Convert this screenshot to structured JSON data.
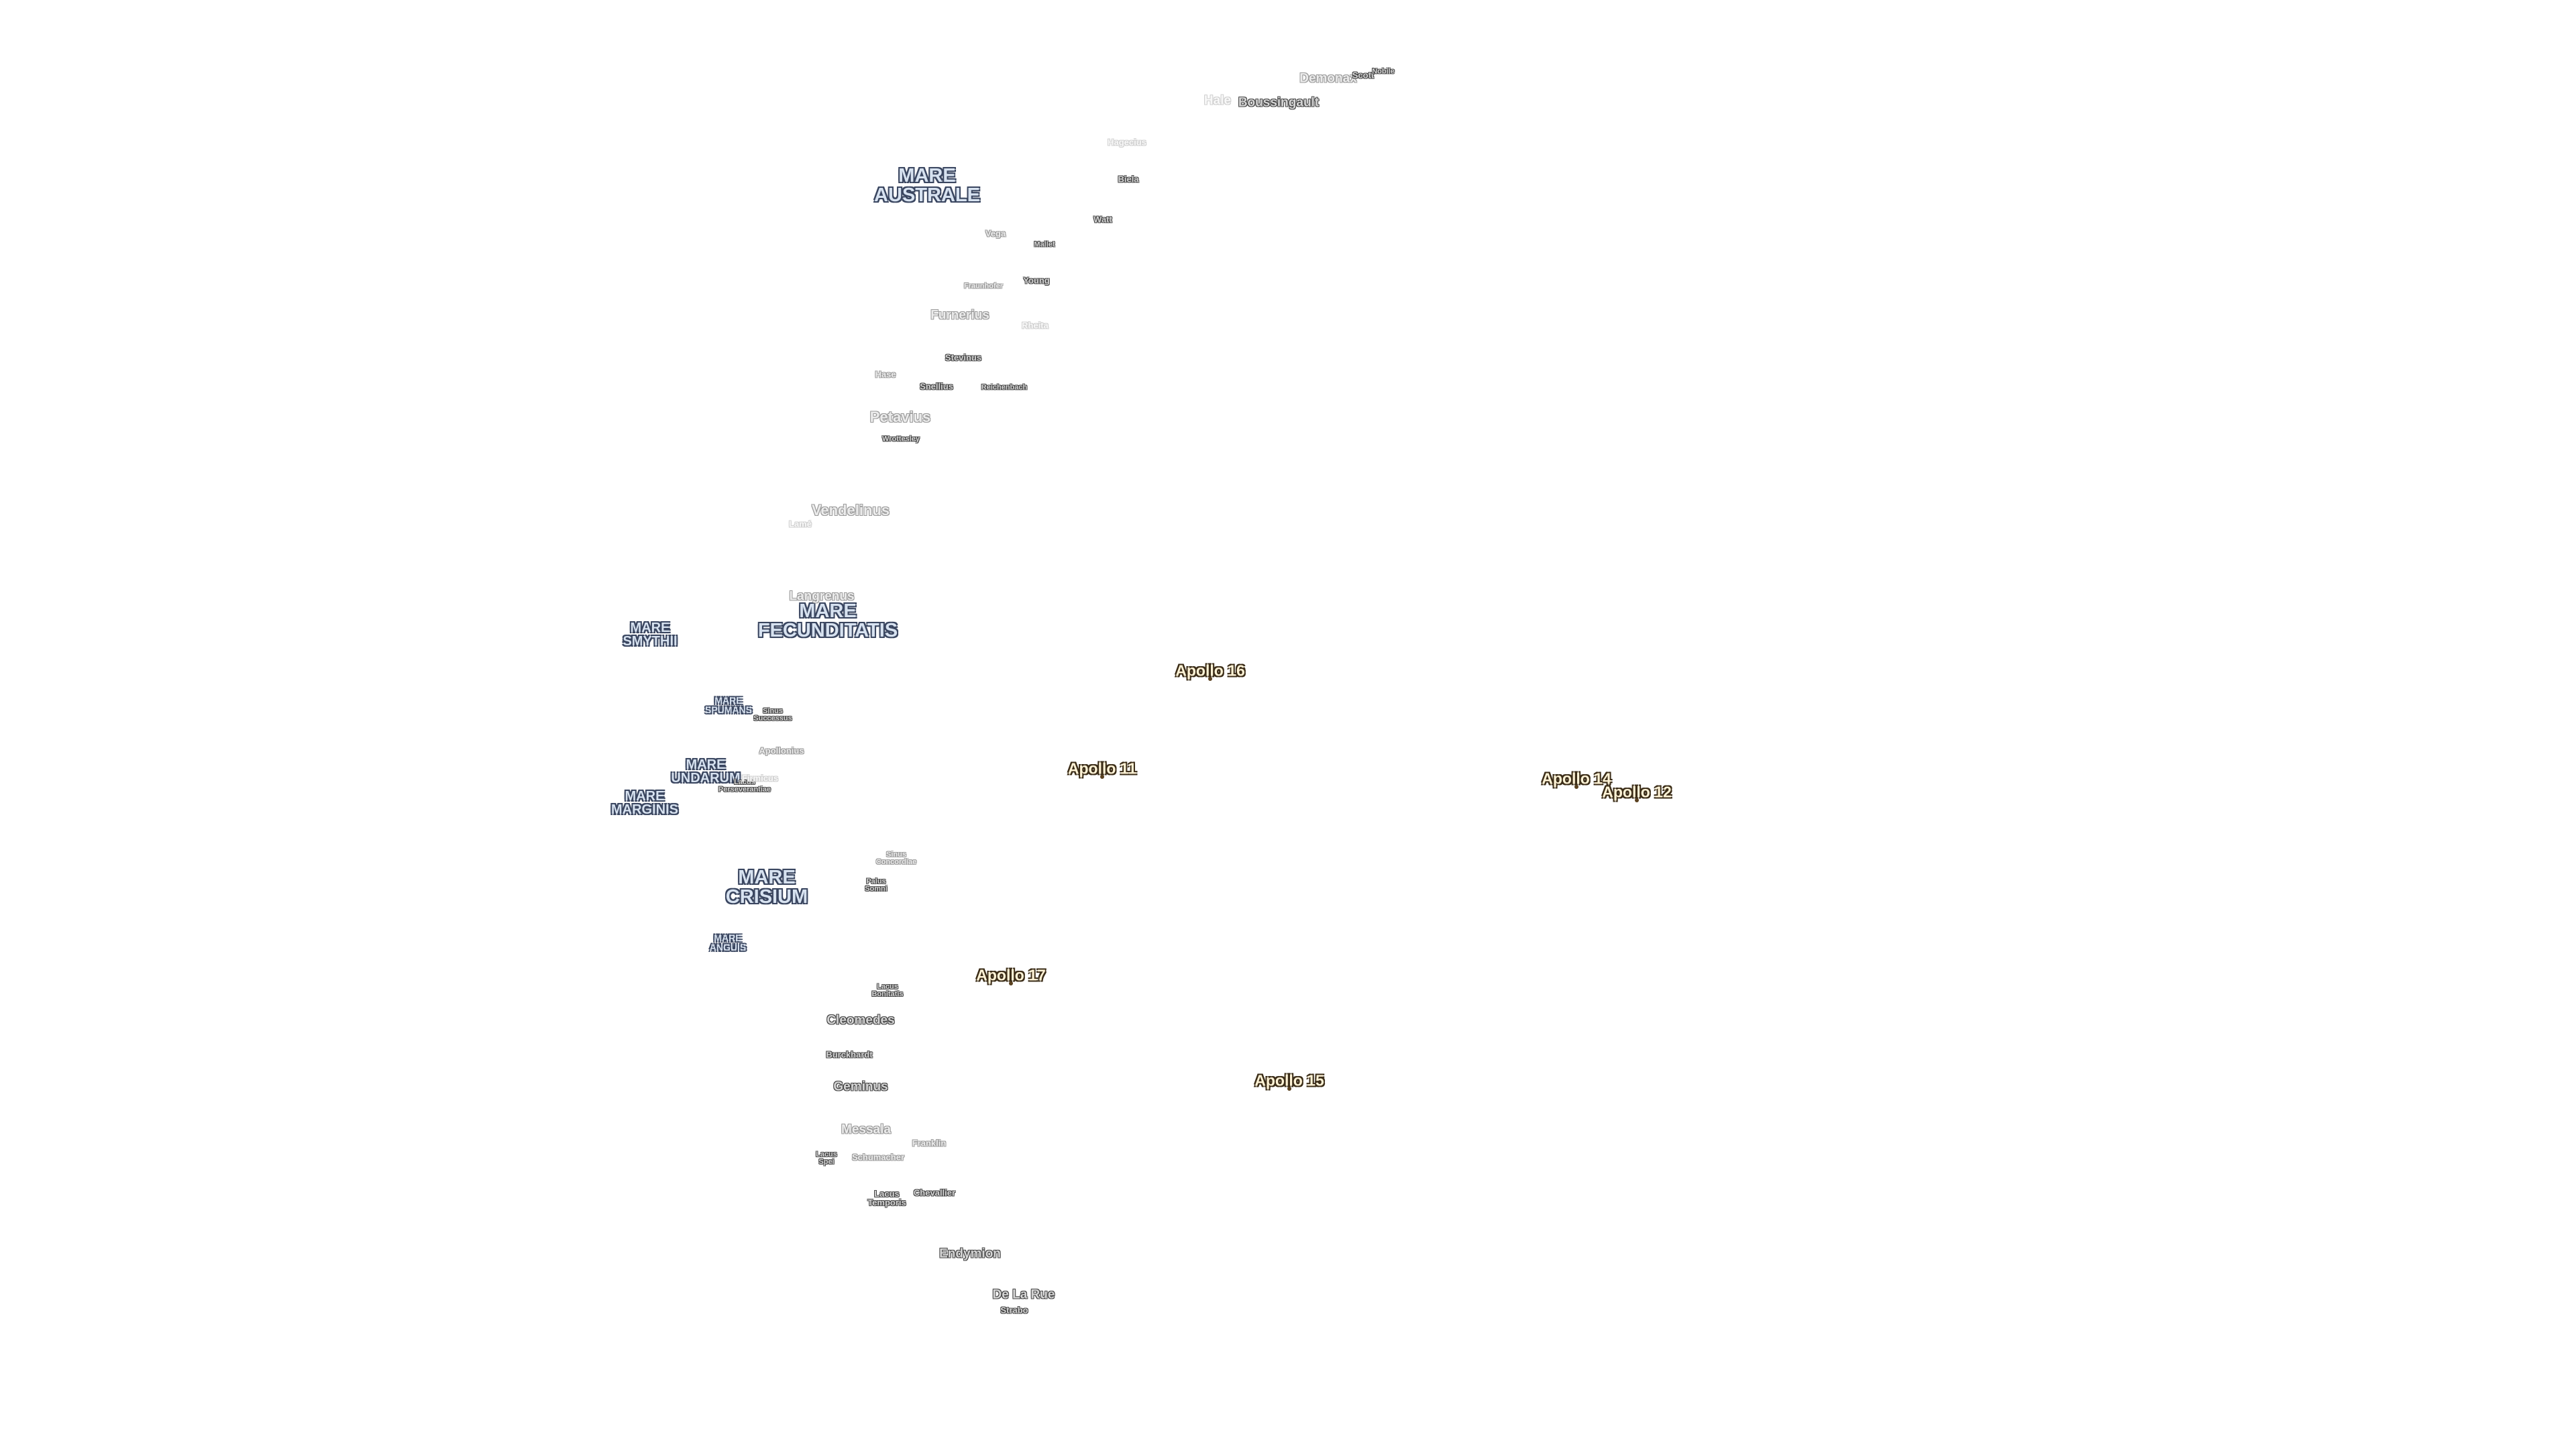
{
  "maria": [
    {
      "id": "mare-australe",
      "l1": "MARE",
      "l2": "AUSTRALE"
    },
    {
      "id": "mare-fecunditatis",
      "l1": "MARE",
      "l2": "FECUNDITATIS"
    },
    {
      "id": "mare-smythii",
      "l1": "MARE",
      "l2": "SMYTHII"
    },
    {
      "id": "mare-spumans",
      "l1": "MARE",
      "l2": "SPUMANS"
    },
    {
      "id": "mare-undarum",
      "l1": "MARE",
      "l2": "UNDARUM"
    },
    {
      "id": "mare-marginis",
      "l1": "MARE",
      "l2": "MARGINIS"
    },
    {
      "id": "mare-crisium",
      "l1": "MARE",
      "l2": "CRISIUM"
    },
    {
      "id": "mare-anguis",
      "l1": "MARE",
      "l2": "ANGUIS"
    },
    {
      "id": "sinus-successus",
      "l1": "Sinus",
      "l2": "Successus"
    },
    {
      "id": "lacus-perseverantiae",
      "l1": "Lacus",
      "l2": "Perseverantiae"
    },
    {
      "id": "sinus-concordiae",
      "l1": "Sinus",
      "l2": "Concordiae"
    },
    {
      "id": "palus-somni",
      "l1": "Palus",
      "l2": "Somni"
    },
    {
      "id": "lacus-bonitatis",
      "l1": "Lacus",
      "l2": "Bonitatis"
    },
    {
      "id": "lacus-spei",
      "l1": "Lacus",
      "l2": "Spei"
    },
    {
      "id": "lacus-temporis",
      "l1": "Lacus",
      "l2": "Temporis"
    }
  ],
  "craters": [
    {
      "id": "demonax",
      "name": "Demonax"
    },
    {
      "id": "scott",
      "name": "Scott"
    },
    {
      "id": "amundsen",
      "name": "Nobile"
    },
    {
      "id": "hale",
      "name": "Hale"
    },
    {
      "id": "boussingault",
      "name": "Boussingault"
    },
    {
      "id": "hase-ghost",
      "name": "Hagecius"
    },
    {
      "id": "biela",
      "name": "Biela"
    },
    {
      "id": "watt",
      "name": "Watt"
    },
    {
      "id": "vega",
      "name": "Vega"
    },
    {
      "id": "mallet",
      "name": "Mallet"
    },
    {
      "id": "fraunhofer",
      "name": "Fraunhofer"
    },
    {
      "id": "young",
      "name": "Young"
    },
    {
      "id": "furnerius",
      "name": "Furnerius"
    },
    {
      "id": "rheita",
      "name": "Rheita"
    },
    {
      "id": "stevinus",
      "name": "Stevinus"
    },
    {
      "id": "hase",
      "name": "Hase"
    },
    {
      "id": "snellius",
      "name": "Snellius"
    },
    {
      "id": "reichenbach",
      "name": "Reichenbach"
    },
    {
      "id": "petavius",
      "name": "Petavius"
    },
    {
      "id": "wrottesley",
      "name": "Wrottesley"
    },
    {
      "id": "vendelinus",
      "name": "Vendelinus"
    },
    {
      "id": "lame",
      "name": "Lamé"
    },
    {
      "id": "langrenus",
      "name": "Langrenus"
    },
    {
      "id": "apollonius",
      "name": "Apollonius"
    },
    {
      "id": "firmicus",
      "name": "Firmicus"
    },
    {
      "id": "cleomedes",
      "name": "Cleomedes"
    },
    {
      "id": "burckhardt",
      "name": "Burckhardt"
    },
    {
      "id": "geminus",
      "name": "Geminus"
    },
    {
      "id": "messala",
      "name": "Messala"
    },
    {
      "id": "franklin",
      "name": "Franklin"
    },
    {
      "id": "schumacher",
      "name": "Schumacher"
    },
    {
      "id": "chevallier",
      "name": "Chevallier"
    },
    {
      "id": "endymion",
      "name": "Endymion"
    },
    {
      "id": "de-la-rue",
      "name": "De La Rue"
    },
    {
      "id": "strabo",
      "name": "Strabo"
    }
  ],
  "apollo_sites": [
    {
      "id": "apollo-16",
      "name": "Apollo 16"
    },
    {
      "id": "apollo-11",
      "name": "Apollo 11"
    },
    {
      "id": "apollo-14",
      "name": "Apollo 14"
    },
    {
      "id": "apollo-12",
      "name": "Apollo 12"
    },
    {
      "id": "apollo-17",
      "name": "Apollo 17"
    },
    {
      "id": "apollo-15",
      "name": "Apollo 15"
    }
  ],
  "colors": {
    "background": "#ffffff",
    "mare_text": "#d7e2f0",
    "mare_outline": "#3a4660",
    "crater_text": "#d5d5d5",
    "crater_outline": "#444444",
    "apollo_text": "#fff3d6",
    "apollo_outline": "#3b2d18"
  }
}
